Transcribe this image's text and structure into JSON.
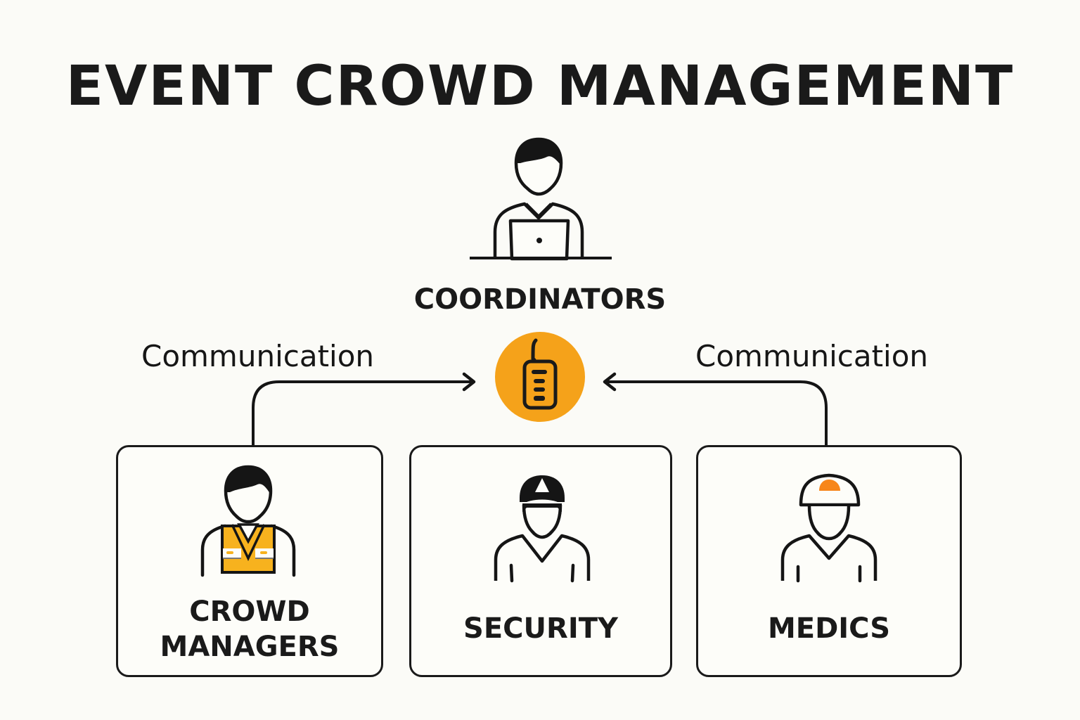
{
  "title": "EVENT CROWD MANAGEMENT",
  "hub": {
    "role": "COORDINATORS",
    "icon": "person-at-laptop-icon",
    "comm_icon": "walkie-talkie-icon",
    "comm_color": "#f5a21a"
  },
  "links": [
    {
      "label": "Communication",
      "from": "CROWD MANAGERS",
      "to": "COORDINATORS",
      "arrow": "arrow-right-icon"
    },
    {
      "label": "Communication",
      "from": "MEDICS",
      "to": "COORDINATORS",
      "arrow": "arrow-left-icon"
    }
  ],
  "teams": [
    {
      "line1": "CROWD",
      "line2": "MANAGERS",
      "icon": "person-safety-vest-icon",
      "accent": "#f7b21e"
    },
    {
      "line1": "SECURITY",
      "icon": "security-guard-cap-icon"
    },
    {
      "line1": "MEDICS",
      "icon": "medic-helmet-icon",
      "accent": "#f7861a"
    }
  ]
}
